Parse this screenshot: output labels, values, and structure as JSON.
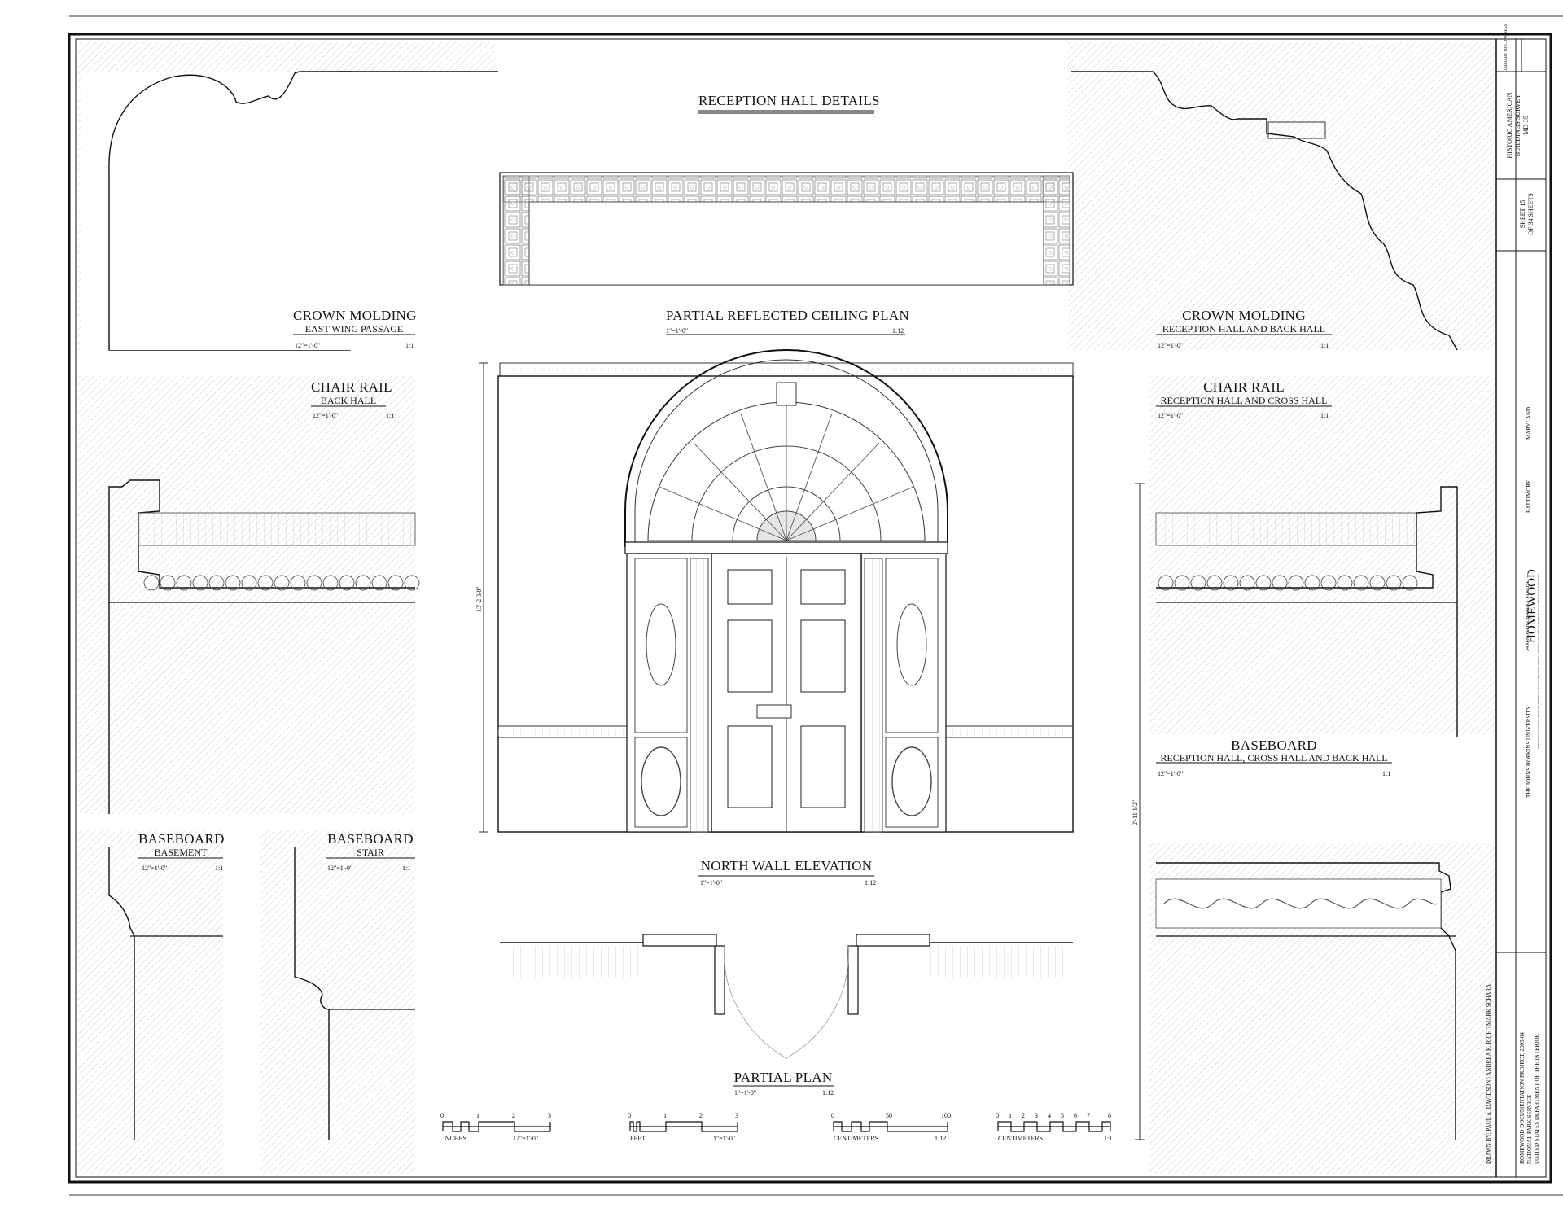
{
  "sheet_title": "RECEPTION HALL DETAILS",
  "details": {
    "crown_east": {
      "title": "CROWN MOLDING",
      "subtitle": "EAST WING PASSAGE",
      "scale_left": "12\"=1'-0\"",
      "scale_right": "1:1"
    },
    "ceiling_plan": {
      "title": "PARTIAL REFLECTED CEILING PLAN",
      "scale_left": "1\"=1'-0\"",
      "scale_right": "1:12"
    },
    "crown_reception": {
      "title": "CROWN MOLDING",
      "subtitle": "RECEPTION HALL AND BACK HALL",
      "scale_left": "12\"=1'-0\"",
      "scale_right": "1:1"
    },
    "chair_back": {
      "title": "CHAIR RAIL",
      "subtitle": "BACK HALL",
      "scale_left": "12\"=1'-0\"",
      "scale_right": "1:1"
    },
    "chair_reception": {
      "title": "CHAIR RAIL",
      "subtitle": "RECEPTION HALL AND CROSS HALL",
      "scale_left": "12\"=1'-0\"",
      "scale_right": "1:1"
    },
    "baseboard_reception": {
      "title": "BASEBOARD",
      "subtitle": "RECEPTION HALL, CROSS HALL AND BACK HALL",
      "scale_left": "12\"=1'-0\"",
      "scale_right": "1:1"
    },
    "baseboard_basement": {
      "title": "BASEBOARD",
      "subtitle": "BASEMENT",
      "scale_left": "12\"=1'-0\"",
      "scale_right": "1:1"
    },
    "baseboard_stair": {
      "title": "BASEBOARD",
      "subtitle": "STAIR",
      "scale_left": "12\"=1'-0\"",
      "scale_right": "1:1"
    },
    "north_wall": {
      "title": "NORTH WALL ELEVATION",
      "scale_left": "1\"=1'-0\"",
      "scale_right": "1:12"
    },
    "partial_plan": {
      "title": "PARTIAL PLAN",
      "scale_left": "1\"=1'-0\"",
      "scale_right": "1:12"
    }
  },
  "dimensions": {
    "wall_height": "13'-2 3/8\"",
    "baseboard_height": "2'-11 1/2\""
  },
  "scale_bars": [
    {
      "unit": "INCHES",
      "ticks": [
        "0",
        "1",
        "2",
        "3"
      ],
      "ratio": "12\"=1'-0\""
    },
    {
      "unit": "FEET",
      "ticks": [
        "0",
        "1",
        "2",
        "3"
      ],
      "ratio": "1\"=1'-0\""
    },
    {
      "unit": "CENTIMETERS",
      "ticks": [
        "0",
        "50",
        "100"
      ],
      "ratio": "1:12"
    },
    {
      "unit": "CENTIMETERS",
      "ticks": [
        "0",
        "1",
        "2",
        "3",
        "4",
        "5",
        "6",
        "7",
        "8"
      ],
      "ratio": "1:1"
    }
  ],
  "title_block": {
    "library": "LIBRARY OF CONGRESS",
    "survey": "HISTORIC AMERICAN BUILDINGS SURVEY",
    "survey_no": "MD-35",
    "sheet": "SHEET 15",
    "of_sheets": "OF 34 SHEETS",
    "building": "HOMEWOOD",
    "address": "3400 NORTH CHARLES STREET",
    "owner": "THE JOHNS HOPKINS UNIVERSITY",
    "city": "BALTIMORE",
    "state": "MARYLAND",
    "credit_note": "IF REPRODUCED, PLEASE CREDIT THE HISTORIC AMERICAN BUILDINGS SURVEY, NATIONAL PARK SERVICE, NAME OF DELINEATOR, DATE OF DRAWING",
    "drawn_by": "DRAWN BY: PAUL A. DAVIDSON \\ ANDREA K. RIGH \\ MARK SCHARA",
    "project": "HOMEWOOD DOCUMENTATION PROJECT, 2003-04",
    "agency": "NATIONAL PARK SERVICE",
    "department": "UNITED STATES DEPARTMENT OF THE INTERIOR"
  }
}
